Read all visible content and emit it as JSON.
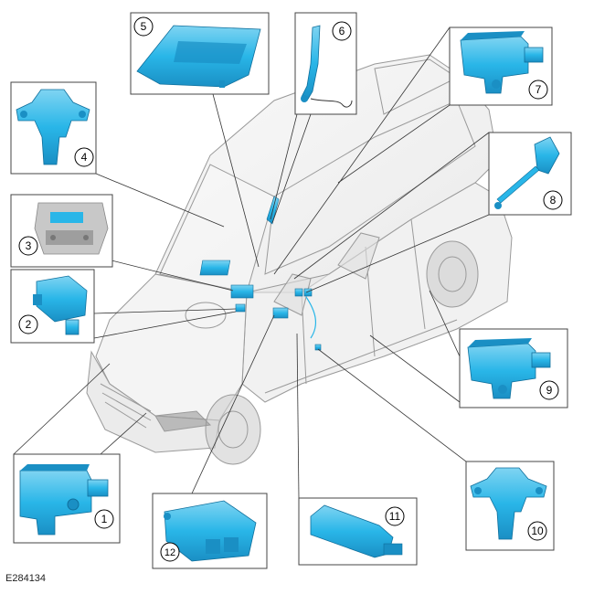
{
  "figure_reference": "E284134",
  "callouts": [
    {
      "id": "1",
      "part_icon": "impact-sensor-icon"
    },
    {
      "id": "2",
      "part_icon": "control-module-icon"
    },
    {
      "id": "3",
      "part_icon": "overhead-console-icon"
    },
    {
      "id": "4",
      "part_icon": "impact-sensor-icon"
    },
    {
      "id": "5",
      "part_icon": "bracket-icon"
    },
    {
      "id": "6",
      "part_icon": "seatbelt-pretensioner-icon"
    },
    {
      "id": "7",
      "part_icon": "impact-sensor-icon"
    },
    {
      "id": "8",
      "part_icon": "seatbelt-buckle-icon"
    },
    {
      "id": "9",
      "part_icon": "impact-sensor-icon"
    },
    {
      "id": "10",
      "part_icon": "impact-sensor-icon"
    },
    {
      "id": "11",
      "part_icon": "occupant-classification-sensor-icon"
    },
    {
      "id": "12",
      "part_icon": "restraints-control-module-icon"
    }
  ],
  "colors": {
    "part_fill": "#29b6e8",
    "part_dark": "#1a8fc4",
    "part_light": "#7fd4f2",
    "vehicle_line": "#9a9a9a",
    "vehicle_fill": "#eeeeee",
    "leader_line": "#333333",
    "box_border": "#444444"
  }
}
